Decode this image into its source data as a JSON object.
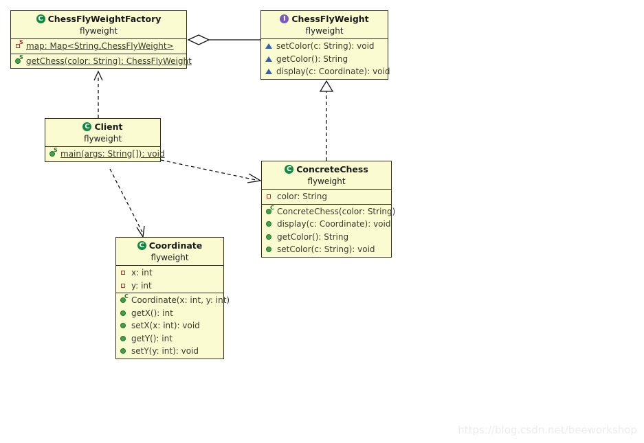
{
  "diagram": {
    "kind": "uml-class-diagram",
    "package": "flyweight",
    "background": "#ffffff",
    "box_fill": "#fbfbd2",
    "box_border": "#2e2e18",
    "class_icon_color": "#0f8a3e",
    "interface_icon_color": "#7a5bbd",
    "private_marker_color": "#b0322f",
    "public_marker_color": "#43a04a",
    "abstract_marker_color": "#3a5fad"
  },
  "classes": [
    {
      "id": "factory",
      "name": "ChessFlyWeightFactory",
      "stereotype": "flyweight",
      "type_icon": "class-icon",
      "type_glyph": "C",
      "fields": [
        {
          "text": "map: Map<String,ChessFlyWeight>",
          "marker": "field-private-static-icon",
          "badge": "S",
          "static": true
        }
      ],
      "methods": [
        {
          "text": "getChess(color: String): ChessFlyWeight",
          "marker": "method-public-static-icon",
          "badge": "S",
          "static": true
        }
      ]
    },
    {
      "id": "chessflyweight",
      "name": "ChessFlyWeight",
      "stereotype": "flyweight",
      "type_icon": "interface-icon",
      "type_glyph": "I",
      "fields": [],
      "methods": [
        {
          "text": "setColor(c: String): void",
          "marker": "method-abstract-icon",
          "badge": "",
          "static": false
        },
        {
          "text": "getColor(): String",
          "marker": "method-abstract-icon",
          "badge": "",
          "static": false
        },
        {
          "text": "display(c: Coordinate): void",
          "marker": "method-abstract-icon",
          "badge": "",
          "static": false
        }
      ]
    },
    {
      "id": "client",
      "name": "Client",
      "stereotype": "flyweight",
      "type_icon": "class-icon",
      "type_glyph": "C",
      "fields": [],
      "methods": [
        {
          "text": "main(args: String[]): void",
          "marker": "method-public-static-icon",
          "badge": "S",
          "static": true
        }
      ]
    },
    {
      "id": "concretechess",
      "name": "ConcreteChess",
      "stereotype": "flyweight",
      "type_icon": "class-icon",
      "type_glyph": "C",
      "fields": [
        {
          "text": "color: String",
          "marker": "field-private-icon",
          "badge": "",
          "static": false
        }
      ],
      "methods": [
        {
          "text": "ConcreteChess(color: String)",
          "marker": "method-constructor-icon",
          "badge": "C",
          "static": false
        },
        {
          "text": "display(c: Coordinate): void",
          "marker": "method-public-icon",
          "badge": "",
          "static": false
        },
        {
          "text": "getColor(): String",
          "marker": "method-public-icon",
          "badge": "",
          "static": false
        },
        {
          "text": "setColor(c: String): void",
          "marker": "method-public-icon",
          "badge": "",
          "static": false
        }
      ]
    },
    {
      "id": "coordinate",
      "name": "Coordinate",
      "stereotype": "flyweight",
      "type_icon": "class-icon",
      "type_glyph": "C",
      "fields": [
        {
          "text": "x: int",
          "marker": "field-private-icon",
          "badge": "",
          "static": false
        },
        {
          "text": "y: int",
          "marker": "field-private-icon",
          "badge": "",
          "static": false
        }
      ],
      "methods": [
        {
          "text": "Coordinate(x: int, y: int)",
          "marker": "method-constructor-icon",
          "badge": "C",
          "static": false
        },
        {
          "text": "getX(): int",
          "marker": "method-public-icon",
          "badge": "",
          "static": false
        },
        {
          "text": "setX(x: int): void",
          "marker": "method-public-icon",
          "badge": "",
          "static": false
        },
        {
          "text": "getY(): int",
          "marker": "method-public-icon",
          "badge": "",
          "static": false
        },
        {
          "text": "setY(y: int): void",
          "marker": "method-public-icon",
          "badge": "",
          "static": false
        }
      ]
    }
  ],
  "relations": [
    {
      "id": "rel-aggregation",
      "from": "factory",
      "to": "chessflyweight",
      "kind": "aggregation",
      "style": "solid",
      "end_marker": "hollow-diamond"
    },
    {
      "id": "rel-realization",
      "from": "concretechess",
      "to": "chessflyweight",
      "kind": "realization",
      "style": "dashed",
      "end_marker": "hollow-triangle"
    },
    {
      "id": "rel-dep-client-factory",
      "from": "client",
      "to": "factory",
      "kind": "dependency",
      "style": "dashed",
      "end_marker": "open-arrow"
    },
    {
      "id": "rel-dep-client-concrete",
      "from": "client",
      "to": "concretechess",
      "kind": "dependency",
      "style": "dashed",
      "end_marker": "open-arrow"
    },
    {
      "id": "rel-dep-client-coordinate",
      "from": "client",
      "to": "coordinate",
      "kind": "dependency",
      "style": "dashed",
      "end_marker": "open-arrow"
    }
  ],
  "watermark": {
    "text": "https://blog.csdn.net/beeworkshop"
  }
}
